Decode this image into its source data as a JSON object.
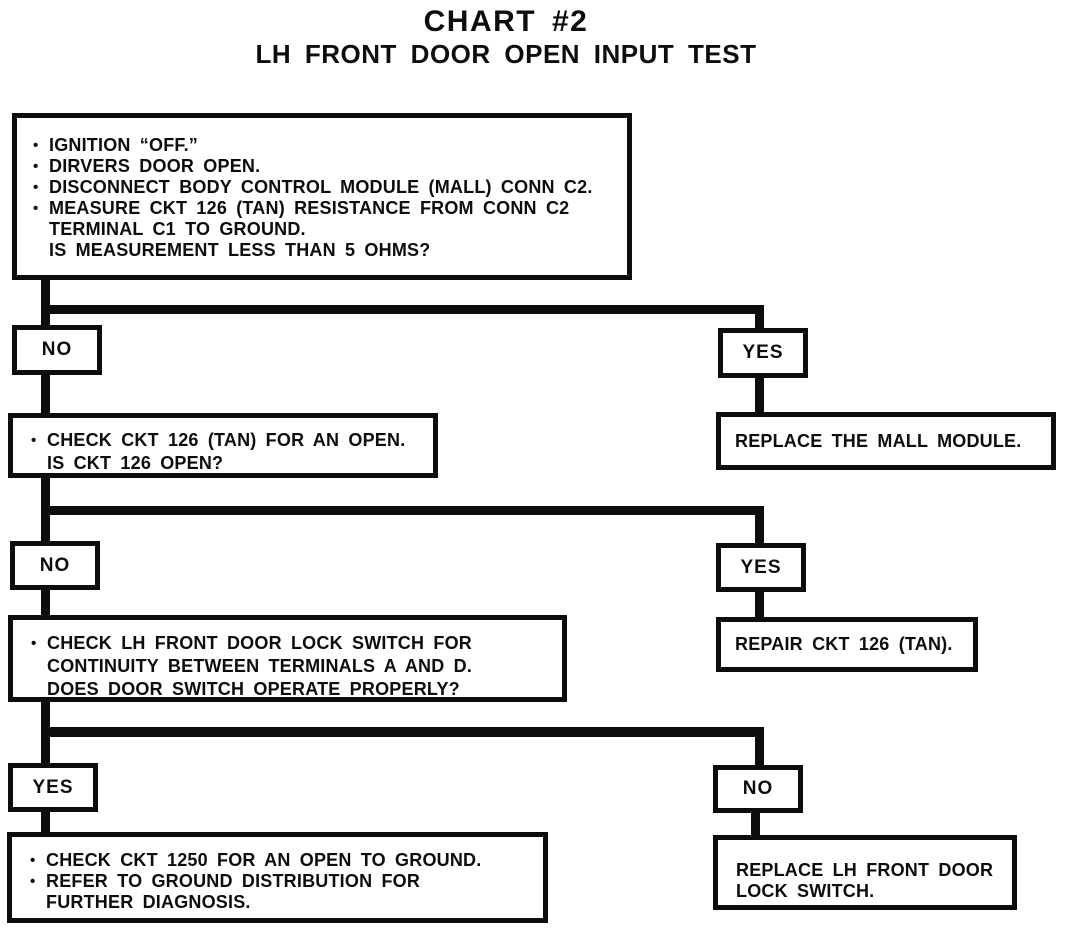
{
  "title": {
    "line1": "CHART #2",
    "line2": "LH FRONT DOOR OPEN INPUT TEST"
  },
  "glyphs": {
    "bullet": "•"
  },
  "colors": {
    "ink": "#0d0d0d",
    "paper": "#ffffff"
  },
  "nodes": {
    "start": {
      "lines": [
        {
          "bullet": true,
          "text": "IGNITION “OFF.”"
        },
        {
          "bullet": true,
          "text": "DIRVERS DOOR OPEN."
        },
        {
          "bullet": true,
          "text": "DISCONNECT BODY CONTROL MODULE (MALL) CONN C2."
        },
        {
          "bullet": true,
          "text": "MEASURE CKT 126 (TAN) RESISTANCE FROM CONN C2"
        },
        {
          "bullet": false,
          "text": "TERMINAL C1 TO GROUND."
        },
        {
          "bullet": false,
          "text": "IS MEASUREMENT LESS THAN 5 OHMS?"
        }
      ]
    },
    "check_ckt126": {
      "lines": [
        {
          "bullet": true,
          "text": "CHECK CKT 126 (TAN) FOR AN OPEN."
        },
        {
          "bullet": false,
          "text": "IS CKT 126 OPEN?"
        }
      ]
    },
    "replace_mall": {
      "lines": [
        {
          "bullet": false,
          "text": "REPLACE THE MALL MODULE."
        }
      ]
    },
    "check_door_switch": {
      "lines": [
        {
          "bullet": true,
          "text": "CHECK LH FRONT DOOR LOCK SWITCH FOR"
        },
        {
          "bullet": false,
          "text": "CONTINUITY BETWEEN TERMINALS A AND D."
        },
        {
          "bullet": false,
          "text": "DOES DOOR SWITCH OPERATE PROPERLY?"
        }
      ]
    },
    "repair_ckt126": {
      "lines": [
        {
          "bullet": false,
          "text": "REPAIR CKT 126 (TAN)."
        }
      ]
    },
    "check_ckt1250": {
      "lines": [
        {
          "bullet": true,
          "text": "CHECK CKT 1250 FOR AN OPEN TO GROUND."
        },
        {
          "bullet": true,
          "text": "REFER TO GROUND DISTRIBUTION FOR"
        },
        {
          "bullet": false,
          "text": "FURTHER DIAGNOSIS."
        }
      ]
    },
    "replace_door_switch": {
      "lines": [
        {
          "bullet": false,
          "text": "REPLACE LH FRONT DOOR"
        },
        {
          "bullet": false,
          "text": "LOCK SWITCH."
        }
      ]
    }
  },
  "branch_labels": {
    "level1": {
      "left": "NO",
      "right": "YES"
    },
    "level2": {
      "left": "NO",
      "right": "YES"
    },
    "level3": {
      "left": "YES",
      "right": "NO"
    }
  }
}
